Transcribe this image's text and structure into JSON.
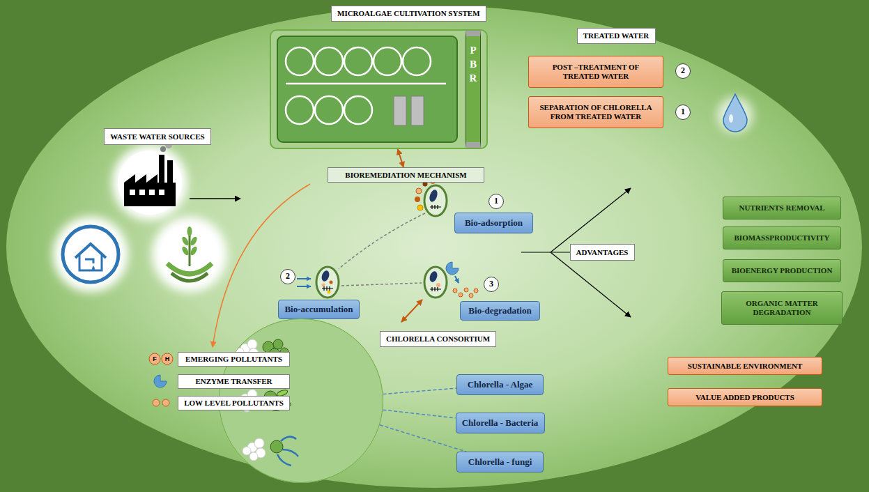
{
  "diagram": {
    "nodes": [
      {
        "text": [
          "MICROALGAE CULTIVATION SYSTEM"
        ]
      },
      {
        "text": [
          "P B R"
        ],
        "in": 0
      },
      {
        "text": [
          "TREATED WATER"
        ]
      },
      {
        "text": [
          "POST –TREATMENT OF TREATED WATER"
        ]
      },
      {
        "text": [
          "2"
        ]
      },
      {
        "text": [
          "SEPARATION OF CHLORELLA FROM TREATED WATER"
        ]
      },
      {
        "text": [
          "1"
        ]
      },
      {
        "text": [
          "WASTE WATER SOURCES"
        ]
      },
      {
        "text": [
          "BIOREMEDIATION MECHANISM"
        ]
      },
      {
        "text": [
          "1"
        ]
      },
      {
        "text": [
          "Bio-adsorption"
        ]
      },
      {
        "text": [
          "NUTRIENTS REMOVAL"
        ]
      },
      {
        "text": [
          "BIOMASSPRODUCTIVITY"
        ]
      },
      {
        "text": [
          "ADVANTAGES"
        ]
      },
      {
        "text": [
          "BIOENERGY PRODUCTION"
        ]
      },
      {
        "text": [
          "2"
        ]
      },
      {
        "text": [
          "3"
        ]
      },
      {
        "text": [
          "Bio-accumulation"
        ]
      },
      {
        "text": [
          "Bio-degradation"
        ]
      },
      {
        "text": [
          "ORGANIC MATTER DEGRADATION"
        ]
      },
      {
        "text": [
          "CHLORELLA CONSORTIUM"
        ]
      },
      {
        "text": [
          "SUSTAINABLE ENVIRONMENT"
        ]
      },
      {
        "text": [
          "Chlorella - Algae"
        ]
      },
      {
        "text": [
          "VALUE ADDED PRODUCTS"
        ]
      },
      {
        "text": [
          "Chlorella - Bacteria"
        ]
      },
      {
        "text": [
          "Chlorella - fungi"
        ]
      }
    ],
    "edges": [
      {
        "from": 0,
        "to": 8,
        "arrow": "both"
      },
      {
        "from": 20,
        "to": 22,
        "arrow": "none"
      },
      {
        "from": 20,
        "to": 24,
        "arrow": "none"
      },
      {
        "from": 20,
        "to": 25,
        "arrow": "none"
      }
    ],
    "labels": [
      "F",
      "H"
    ],
    "legend": [
      {
        "text": "EMERGING POLLUTANTS"
      },
      {
        "text": "ENZYME TRANSFER"
      },
      {
        "text": "LOW LEVEL POLLUTANTS"
      }
    ]
  }
}
